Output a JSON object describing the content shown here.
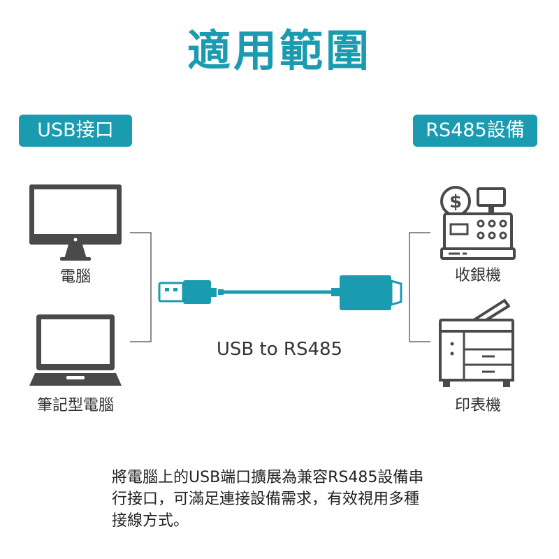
{
  "title": "適用範圍",
  "left_badge": "USB接口",
  "right_badge": "RS485設備",
  "devices": {
    "desktop": "電腦",
    "laptop": "筆記型電腦",
    "cash_register": "收銀機",
    "printer": "印表機"
  },
  "cable_label": "USB to RS485",
  "description_lines": [
    "將電腦上的USB端口擴展為兼容RS485設備串",
    "行接口，可滿足連接設備需求，有效視用多種",
    "接線方式。"
  ],
  "colors": {
    "accent": "#1a9bb0",
    "icon": "#4a4a4a"
  },
  "icons": [
    "monitor-icon",
    "laptop-icon",
    "cash-register-icon",
    "printer-icon",
    "usb-cable-icon"
  ]
}
